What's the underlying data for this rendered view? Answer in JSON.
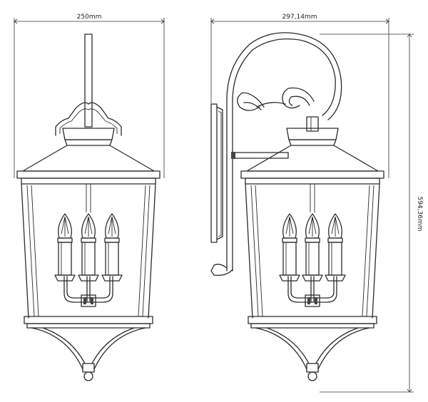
{
  "dimensions": {
    "front_width": "250mm",
    "side_depth": "297,14mm",
    "height": "594,36mm"
  },
  "views": [
    "front-view",
    "side-view"
  ],
  "lamp": {
    "candle_count": 3
  }
}
